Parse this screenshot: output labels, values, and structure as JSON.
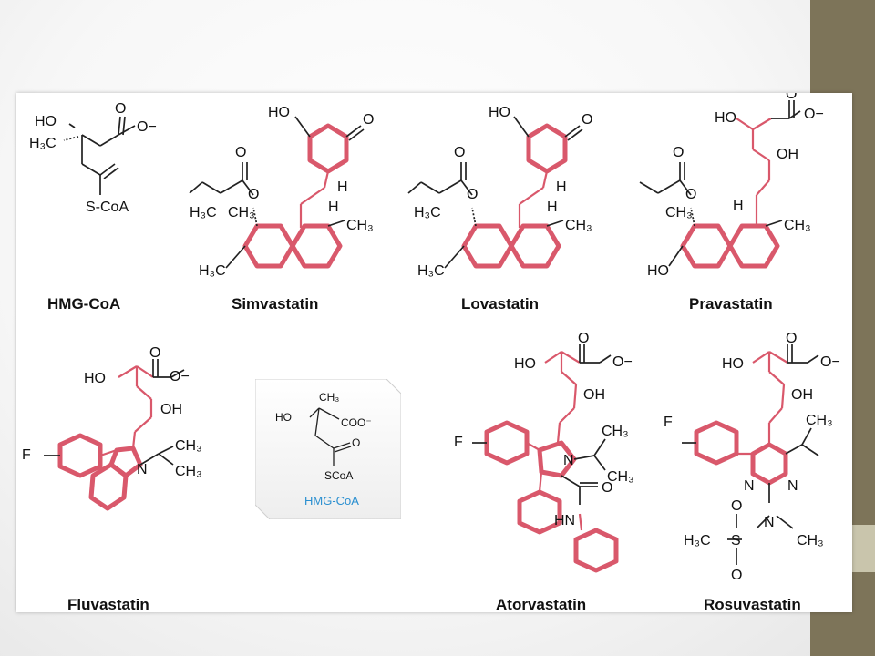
{
  "colors": {
    "highlight": "#d9586b",
    "bond": "#222222",
    "inset_label": "#2a8fd0",
    "sidebar": "#7d7459",
    "sidebar_accent": "#c9c5ac"
  },
  "molecules": [
    {
      "name": "HMG-CoA"
    },
    {
      "name": "Simvastatin"
    },
    {
      "name": "Lovastatin"
    },
    {
      "name": "Pravastatin"
    },
    {
      "name": "Fluvastatin"
    },
    {
      "name": "Atorvastatin"
    },
    {
      "name": "Rosuvastatin"
    }
  ],
  "inset": {
    "label": "HMG-CoA",
    "atoms": {
      "ho": "HO",
      "ch3": "CH₃",
      "coo": "COO⁻",
      "o": "O",
      "scoa": "SCoA"
    }
  },
  "atoms": {
    "ho": "HO",
    "oh": "OH",
    "o": "O",
    "o_minus": "O−",
    "h": "H",
    "h3c": "H₃C",
    "ch3": "CH₃",
    "f": "F",
    "n": "N",
    "hn": "HN",
    "s": "S",
    "scoa": "S-CoA"
  }
}
